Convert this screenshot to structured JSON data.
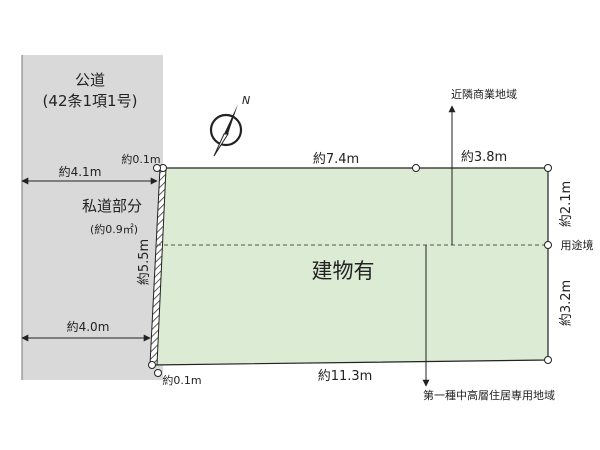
{
  "road": {
    "title_line1": "公道",
    "title_line2": "(42条1項1号)"
  },
  "private_road": {
    "label": "私道部分",
    "area": "(約0.9㎡)"
  },
  "building": {
    "label": "建物有"
  },
  "dimensions": {
    "road_width_top": "約4.1m",
    "road_width_bottom": "約4.0m",
    "setback_top": "約0.1m",
    "setback_bottom": "約0.1m",
    "top_left_frontage": "約7.4m",
    "top_right_frontage": "約3.8m",
    "bottom_frontage": "約11.3m",
    "left_depth": "約5.5m",
    "right_upper_depth": "約2.1m",
    "right_lower_depth": "約3.2m"
  },
  "zoning": {
    "upper_zone": "近隣商業地域",
    "lower_zone": "第一種中高層住居専用地域",
    "boundary_label": "用途境"
  },
  "compass": {
    "north_label": "N"
  },
  "colors": {
    "road": "#d9d9d9",
    "lot": "#dcebd3",
    "line": "#222222",
    "zone_boundary": "#555555"
  }
}
